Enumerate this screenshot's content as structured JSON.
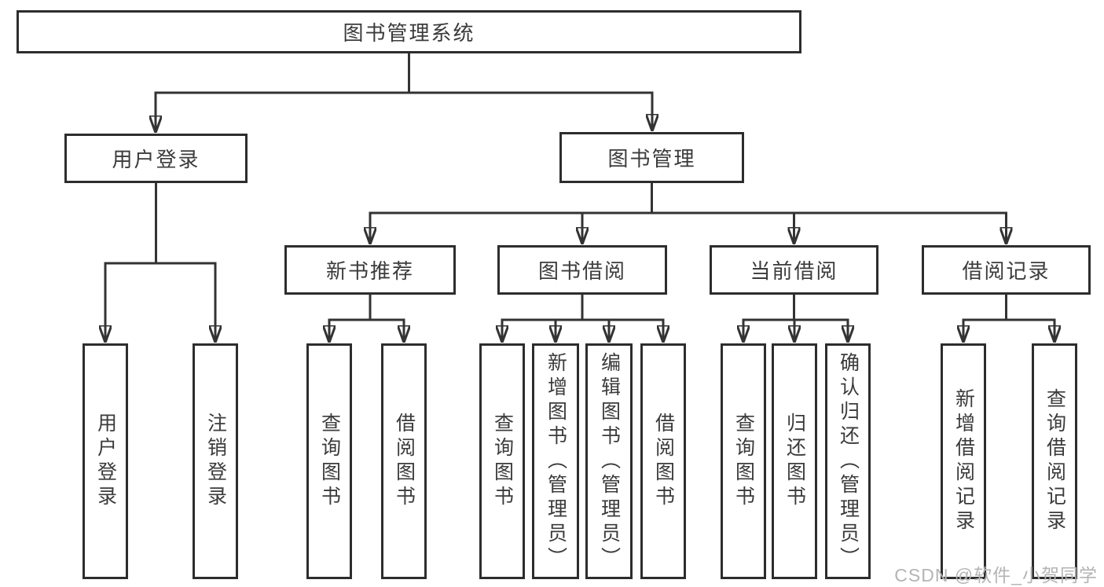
{
  "diagram": {
    "root": {
      "label": "图书管理系统"
    },
    "branches": [
      {
        "label": "用户登录",
        "children": [
          {
            "label": "用户登录"
          },
          {
            "label": "注销登录"
          }
        ]
      },
      {
        "label": "图书管理",
        "groups": [
          {
            "label": "新书推荐",
            "children": [
              {
                "label": "查询图书"
              },
              {
                "label": "借阅图书"
              }
            ]
          },
          {
            "label": "图书借阅",
            "children": [
              {
                "label": "查询图书"
              },
              {
                "label": "新增图书（管理员）"
              },
              {
                "label": "编辑图书（管理员）"
              },
              {
                "label": "借阅图书"
              }
            ]
          },
          {
            "label": "当前借阅",
            "children": [
              {
                "label": "查询图书"
              },
              {
                "label": "归还图书"
              },
              {
                "label": "确认归还（管理员）"
              }
            ]
          },
          {
            "label": "借阅记录",
            "children": [
              {
                "label": "新增借阅记录"
              },
              {
                "label": "查询借阅记录"
              }
            ]
          }
        ]
      }
    ]
  },
  "watermark": {
    "text": "CSDN @软件_小贺同学"
  },
  "colors": {
    "line": "#333333",
    "box_border": "#2d2d2d",
    "text": "#3b3b3b",
    "watermark": "#b4b4b4",
    "background": "#ffffff"
  }
}
